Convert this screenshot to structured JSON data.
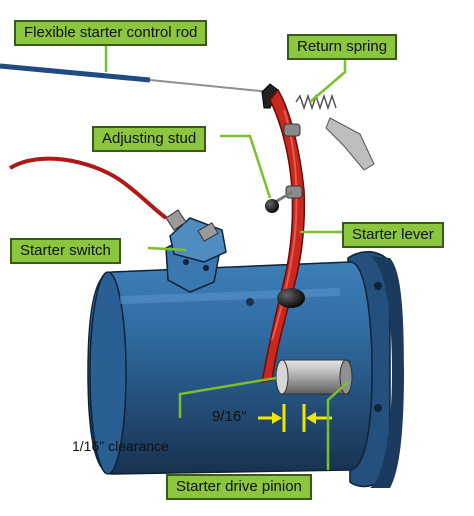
{
  "labels": {
    "flexible_rod": "Flexible starter control rod",
    "return_spring": "Return spring",
    "adjusting_stud": "Adjusting stud",
    "starter_lever": "Starter lever",
    "starter_switch": "Starter switch",
    "starter_drive_pinion": "Starter drive pinion",
    "dimension_9_16": "9/16\"",
    "clearance": "1/16\" clearance"
  },
  "colors": {
    "callout_fill": "#8cc63f",
    "leader_line": "#7bbf2a",
    "motor_body": "#2f6aa0",
    "lever": "#c8281e",
    "dimension": "#f2e600"
  }
}
